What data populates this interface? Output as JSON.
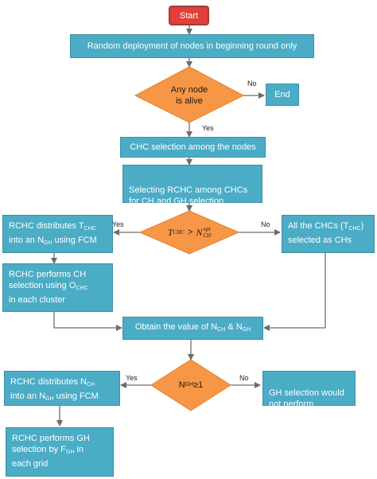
{
  "start": "Start",
  "step_random": "Random deployment of nodes in beginning round only",
  "decision_alive": {
    "line1": "Any node",
    "line2": "is alive"
  },
  "end": "End",
  "step_chc": "CHC selection among the nodes",
  "step_rchc": "Selecting RCHC among CHCs\nfor CH and GH selection",
  "decision_tchc": {
    "T": "T",
    "T_sub": "CHC",
    "op": ">",
    "N": "N",
    "N_sub": "CH",
    "N_sup": "opt"
  },
  "left_distribute": {
    "pre": "RCHC distributes T",
    "t_sub": "CHC",
    "mid": "into an N",
    "n_sub": "GH",
    "post": " using FCM"
  },
  "left_perform": {
    "line1": "RCHC performs CH",
    "pre": "selection using O",
    "o_sub": "CHC",
    "line3": "in each cluster"
  },
  "right_all": {
    "pre": "All the CHCs (T",
    "t_sub": "CHC",
    "post": ")",
    "line2": "selected as CHs"
  },
  "step_obtain": {
    "pre": "Obtain the value of N",
    "sub1": "CH",
    "mid": " & N",
    "sub2": "GH"
  },
  "decision_ngh": {
    "N": "N",
    "sub": "GH",
    "rest": " ≥1"
  },
  "left_distribute2": {
    "pre": "RCHC distributes N",
    "n_sub": "CH",
    "mid": "into an N",
    "g_sub": "GH",
    "post": " using FCM"
  },
  "left_perform2": {
    "line1": "RCHC performs GH",
    "pre": "selection by F",
    "f_sub": "GH",
    "post": " in",
    "line3": "each grid"
  },
  "right_gh": "GH selection would\nnot perform",
  "labels": {
    "no": "No",
    "yes": "Yes"
  },
  "colors": {
    "box_fill": "#4bacc6",
    "box_border": "#3d8ea6",
    "decision_fill": "#f79646",
    "start_fill": "#e0403c",
    "arrow": "#6c6c6c"
  }
}
